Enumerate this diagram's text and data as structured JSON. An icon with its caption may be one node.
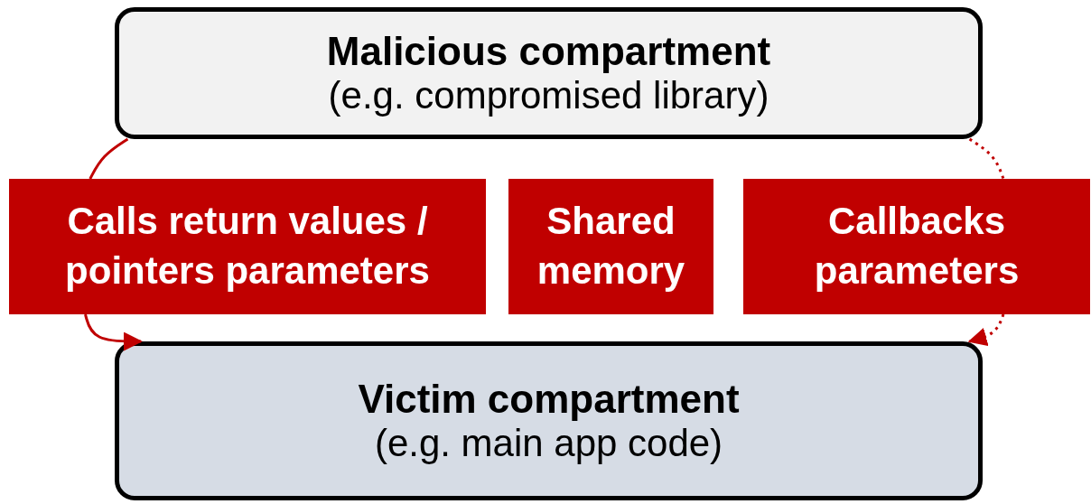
{
  "diagram": {
    "nodes": [
      {
        "text": [
          "Malicious compartment",
          "(e.g. compromised library)"
        ]
      },
      {
        "text": [
          "Victim compartment",
          "(e.g. main app code)"
        ]
      },
      {
        "text": [
          "Calls return values / pointers parameters"
        ]
      },
      {
        "text": [
          "Shared memory"
        ]
      },
      {
        "text": [
          "Callbacks parameters"
        ]
      }
    ],
    "edges": [
      {
        "from": 0,
        "to": 2,
        "arrow": "none"
      },
      {
        "from": 2,
        "to": 1,
        "arrow": "to"
      },
      {
        "from": 0,
        "to": 4,
        "arrow": "none",
        "style": "dashed"
      },
      {
        "from": 4,
        "to": 1,
        "arrow": "to",
        "style": "dashed"
      }
    ]
  }
}
